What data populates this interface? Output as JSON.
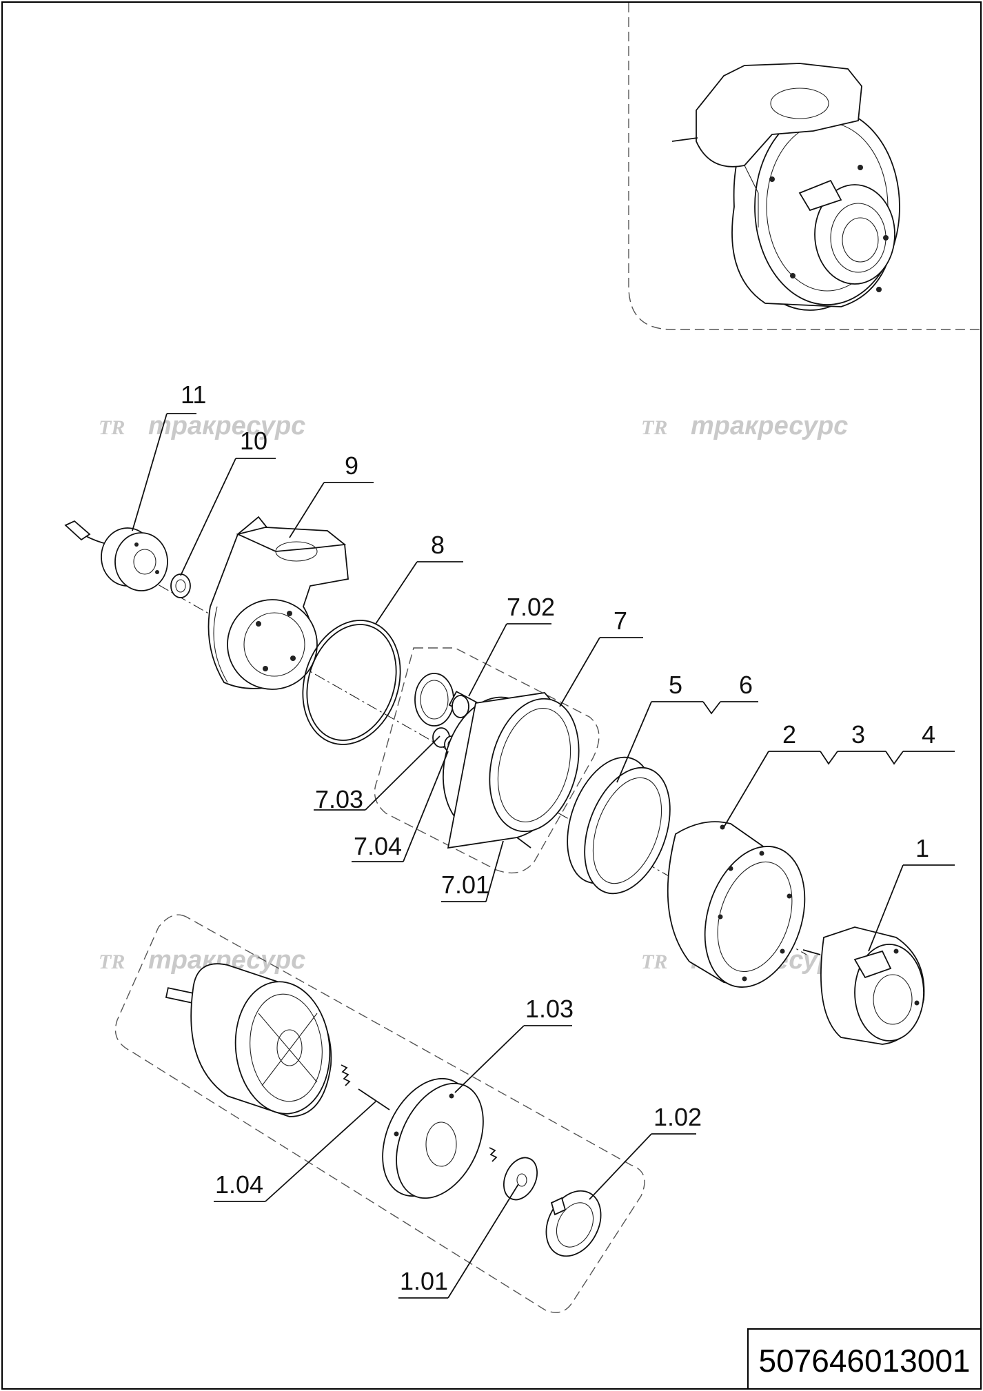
{
  "drawing_number": "507646013001",
  "watermark": {
    "logo_letters": "TR",
    "text": "тракресурс"
  },
  "labels": {
    "p11": "11",
    "p10": "10",
    "p9": "9",
    "p8": "8",
    "p7_02": "7.02",
    "p7": "7",
    "p5": "5",
    "p6": "6",
    "p2": "2",
    "p3": "3",
    "p4": "4",
    "p7_03": "7.03",
    "p7_04": "7.04",
    "p7_01": "7.01",
    "p1": "1",
    "p1_03": "1.03",
    "p1_02": "1.02",
    "p1_04": "1.04",
    "p1_01": "1.01"
  }
}
